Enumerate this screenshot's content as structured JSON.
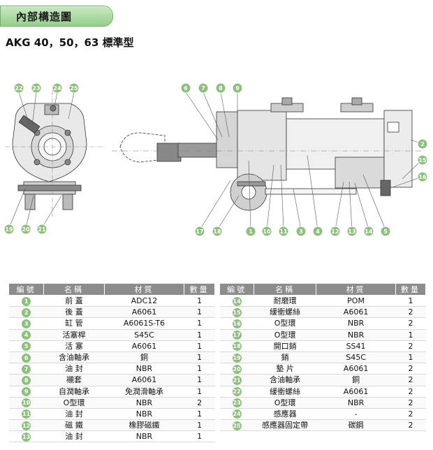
{
  "header": {
    "section_title": "內部構造圖",
    "model_title": "AKG 40，50，63 標準型"
  },
  "diagram": {
    "callouts_top_left": [
      "22",
      "23",
      "24",
      "25"
    ],
    "callouts_bottom_left": [
      "19",
      "20",
      "21"
    ],
    "callouts_top_right": [
      "6",
      "7",
      "8",
      "9"
    ],
    "callouts_side_right": [
      "2",
      "15",
      "16"
    ],
    "callouts_bottom_right": [
      "17",
      "18",
      "1",
      "10",
      "11",
      "3",
      "4",
      "12",
      "13",
      "14",
      "5"
    ]
  },
  "table": {
    "headers": [
      "編號",
      "名稱",
      "材質",
      "數量"
    ],
    "left_rows": [
      {
        "no": "1",
        "name": "前 蓋",
        "material": "ADC12",
        "qty": "1"
      },
      {
        "no": "2",
        "name": "後 蓋",
        "material": "A6061",
        "qty": "1"
      },
      {
        "no": "3",
        "name": "缸 管",
        "material": "A6061S-T6",
        "qty": "1"
      },
      {
        "no": "4",
        "name": "活塞桿",
        "material": "S45C",
        "qty": "1"
      },
      {
        "no": "5",
        "name": "活 塞",
        "material": "A6061",
        "qty": "1"
      },
      {
        "no": "6",
        "name": "含油軸承",
        "material": "銅",
        "qty": "1"
      },
      {
        "no": "7",
        "name": "油 封",
        "material": "NBR",
        "qty": "1"
      },
      {
        "no": "8",
        "name": "襯套",
        "material": "A6061",
        "qty": "1"
      },
      {
        "no": "9",
        "name": "自潤軸承",
        "material": "免潤滑軸承",
        "qty": "1"
      },
      {
        "no": "10",
        "name": "O型環",
        "material": "NBR",
        "qty": "2"
      },
      {
        "no": "11",
        "name": "油 封",
        "material": "NBR",
        "qty": "1"
      },
      {
        "no": "12",
        "name": "磁 鐵",
        "material": "橡膠磁鐵",
        "qty": "1"
      },
      {
        "no": "13",
        "name": "油 封",
        "material": "NBR",
        "qty": "1"
      }
    ],
    "right_rows": [
      {
        "no": "14",
        "name": "耐磨環",
        "material": "POM",
        "qty": "1"
      },
      {
        "no": "15",
        "name": "緩衝螺絲",
        "material": "A6061",
        "qty": "2"
      },
      {
        "no": "16",
        "name": "O型環",
        "material": "NBR",
        "qty": "2"
      },
      {
        "no": "17",
        "name": "O型環",
        "material": "NBR",
        "qty": "1"
      },
      {
        "no": "18",
        "name": "開口銷",
        "material": "SS41",
        "qty": "2"
      },
      {
        "no": "19",
        "name": "銷",
        "material": "S45C",
        "qty": "1"
      },
      {
        "no": "20",
        "name": "墊 片",
        "material": "A6061",
        "qty": "2"
      },
      {
        "no": "21",
        "name": "含油軸承",
        "material": "銅",
        "qty": "2"
      },
      {
        "no": "22",
        "name": "緩衝螺絲",
        "material": "A6061",
        "qty": "2"
      },
      {
        "no": "23",
        "name": "O型環",
        "material": "NBR",
        "qty": "2"
      },
      {
        "no": "24",
        "name": "感應器",
        "material": "-",
        "qty": "2"
      },
      {
        "no": "25",
        "name": "感應器固定帶",
        "material": "碳鋼",
        "qty": "2"
      }
    ]
  },
  "colors": {
    "accent": "#8fbf7e",
    "header_bg": "#8c8c8c"
  }
}
